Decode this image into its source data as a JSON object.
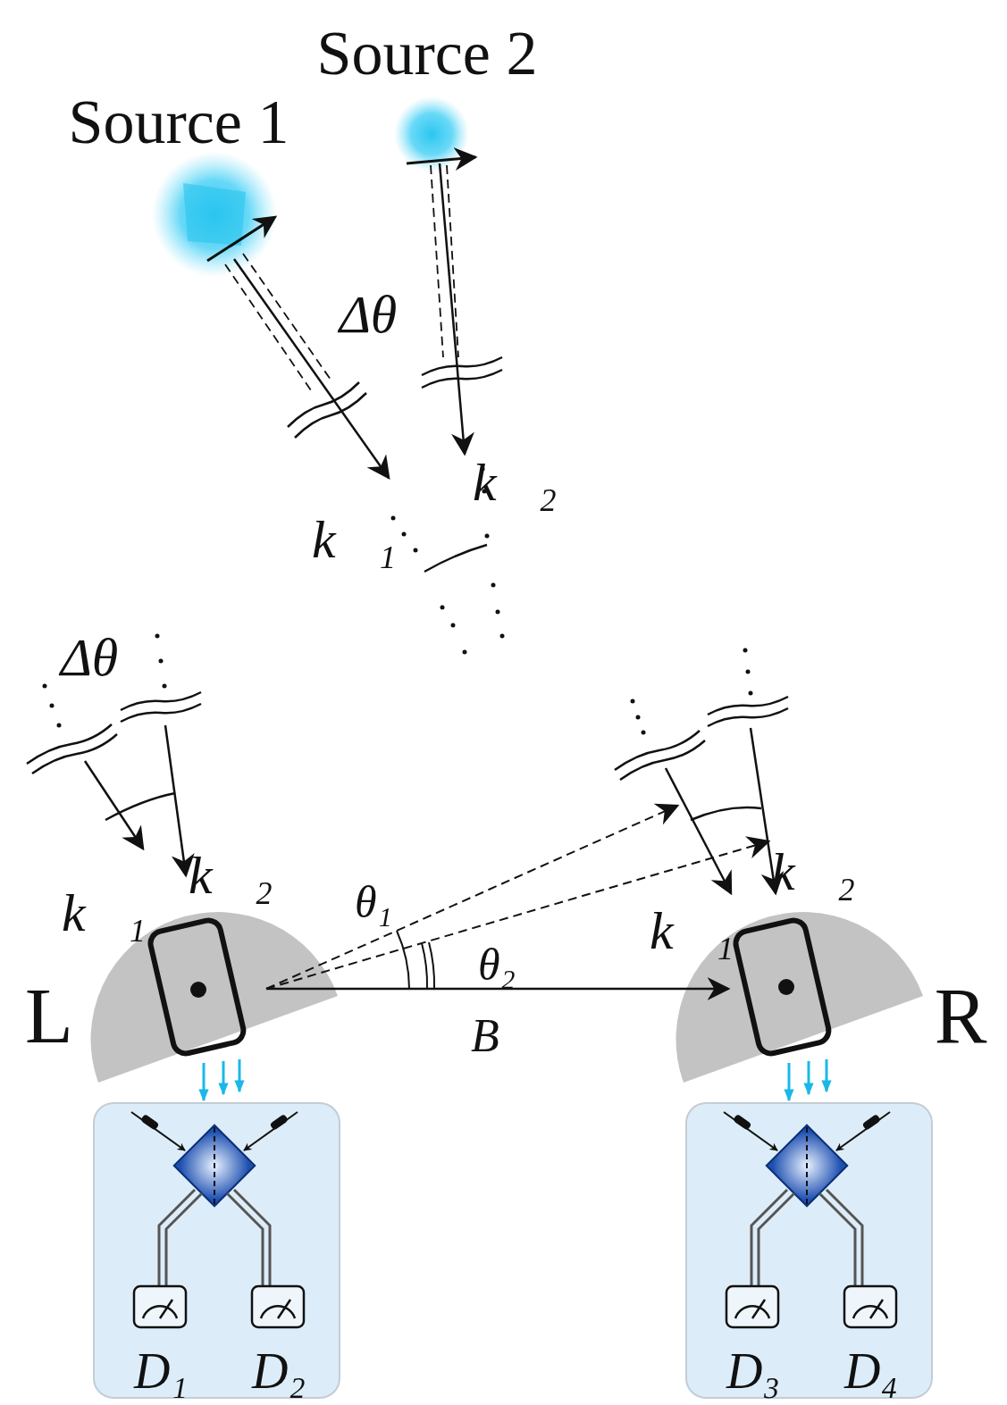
{
  "diagram": {
    "labels": [
      "Source 1",
      "Source 2",
      "Δθ",
      "k⃗₁",
      "k⃗₂",
      "Δθ",
      "k⃗₁",
      "k⃗₂",
      "θ₁",
      "θ₂",
      "B⃗",
      "L",
      "R",
      "k⃗₁",
      "k⃗₂",
      "D₁",
      "D₂",
      "D₃",
      "D₄"
    ]
  }
}
